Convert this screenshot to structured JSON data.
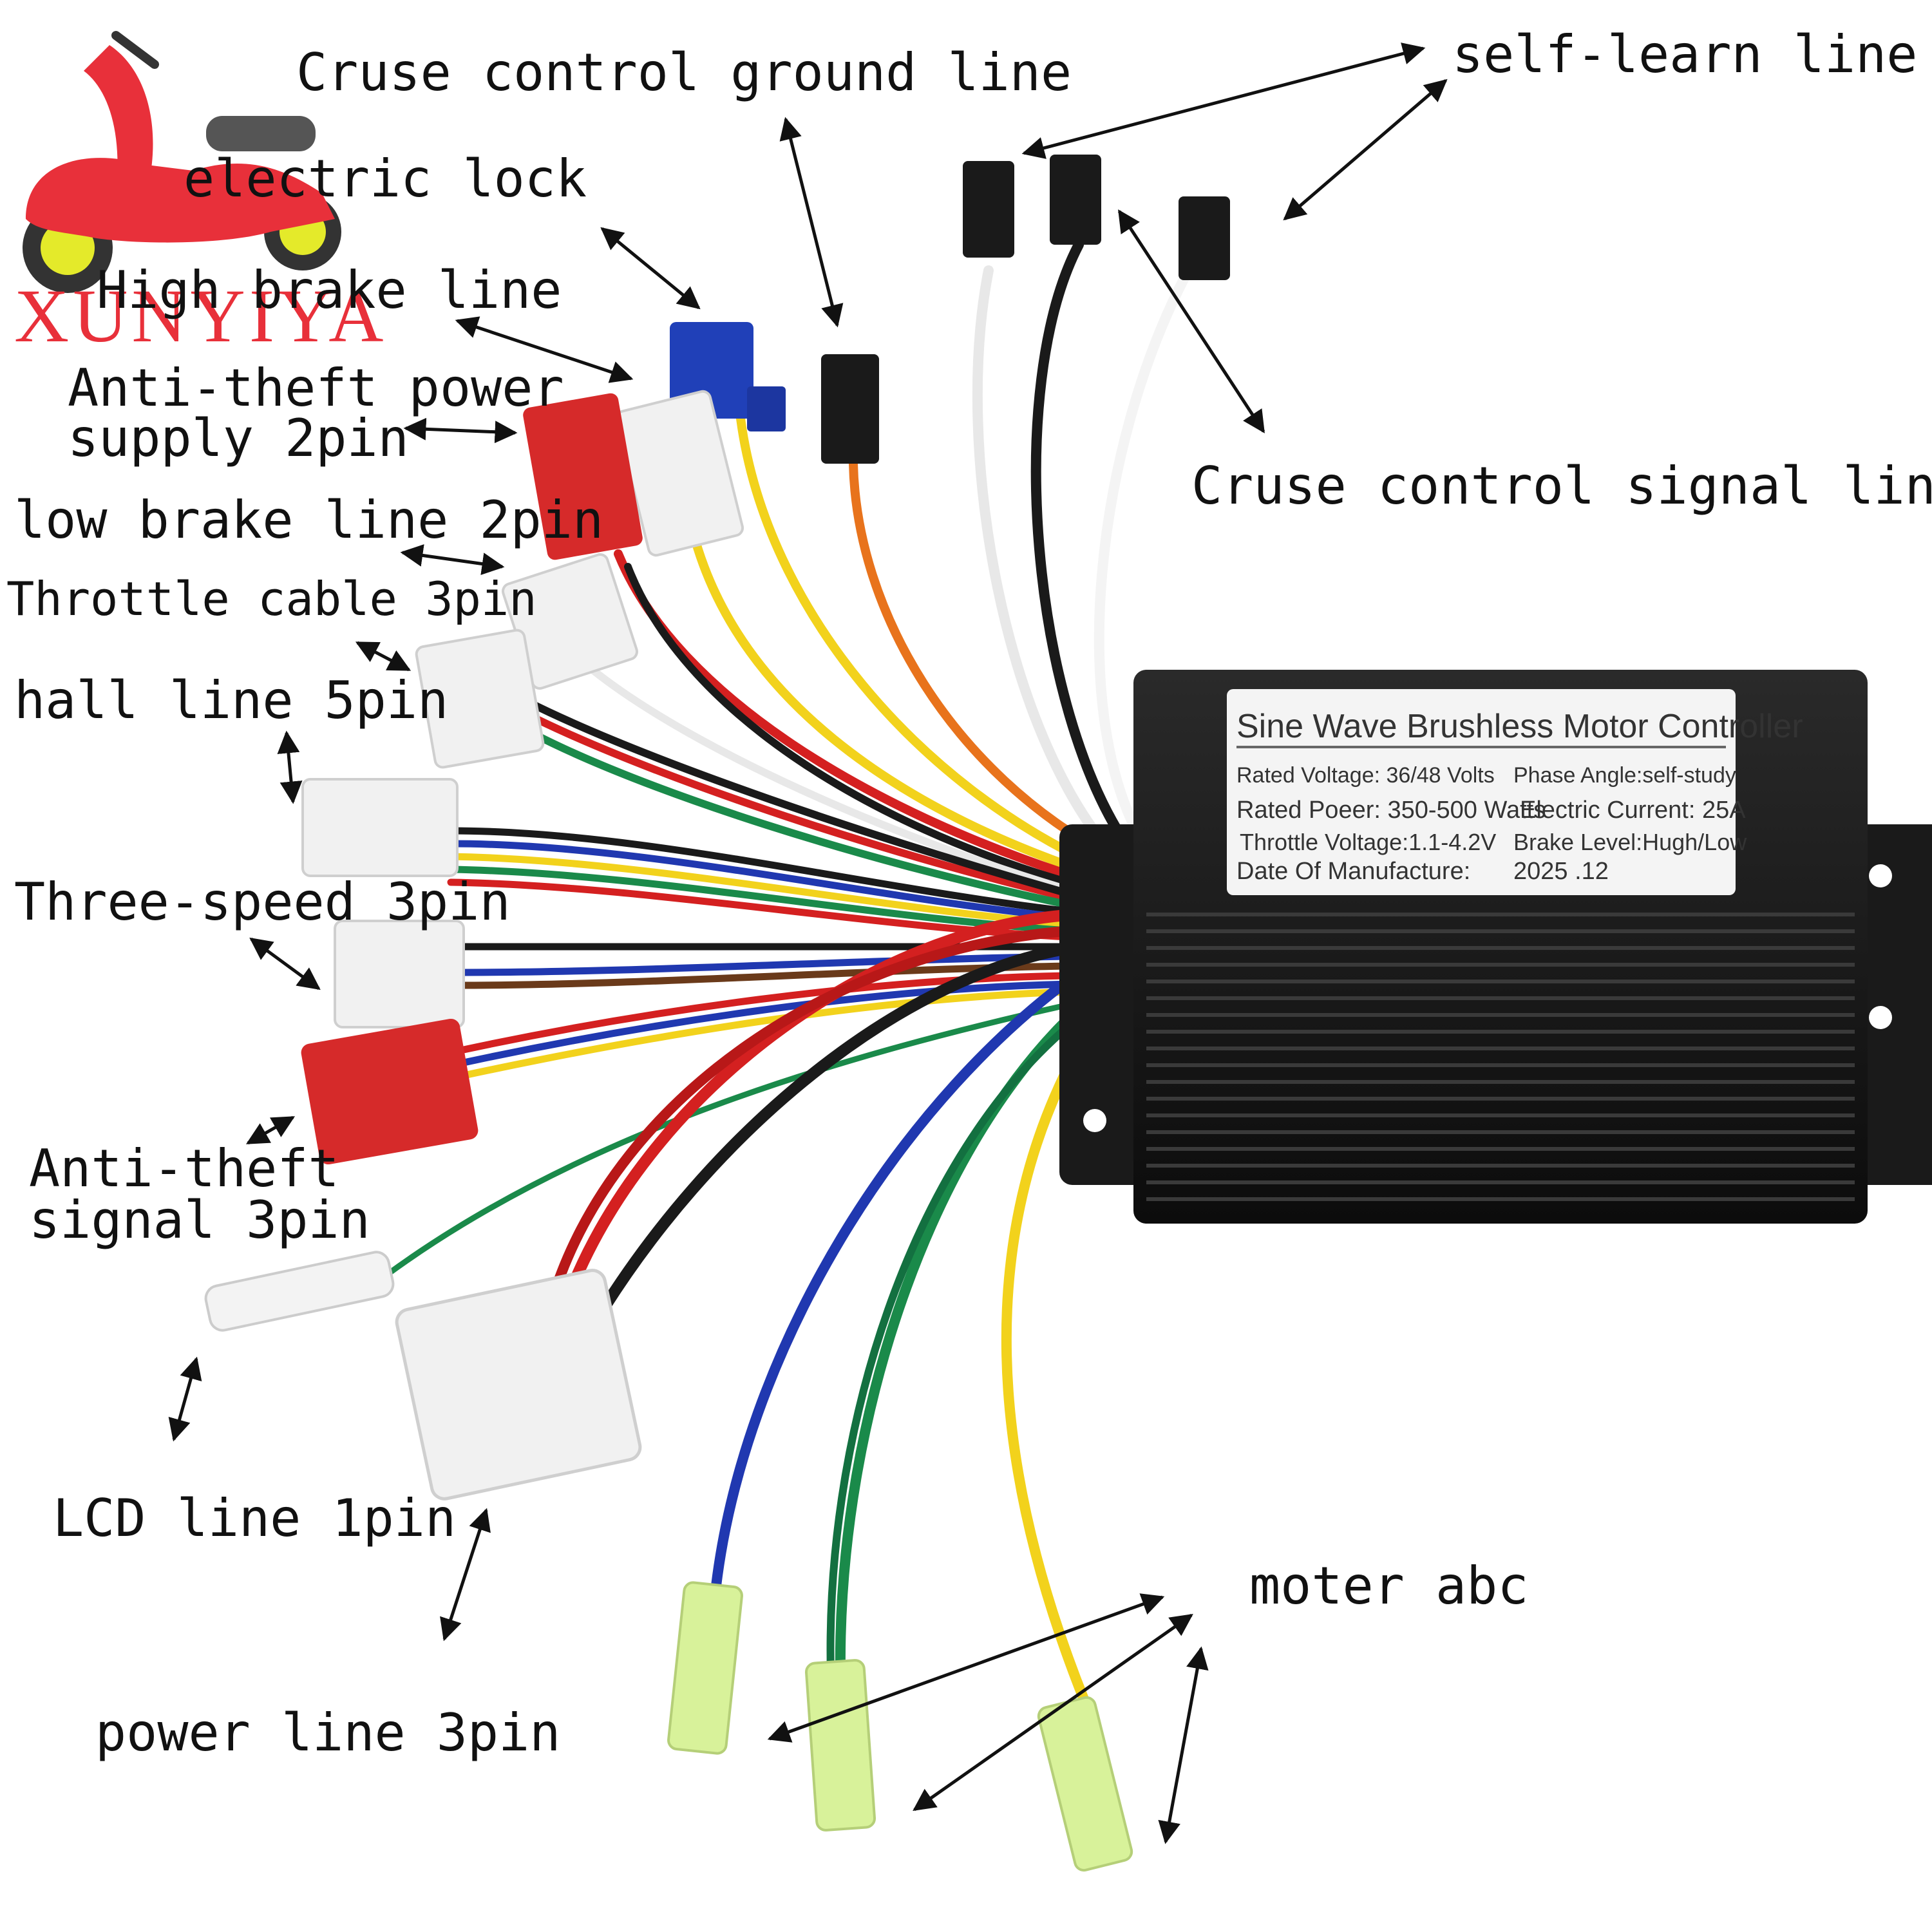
{
  "brand": {
    "name": "XUNYIYA",
    "color": "#e8303a",
    "scooter_icon": "scooter-icon"
  },
  "labels": {
    "cruise_ground": "Cruse control ground line",
    "self_learn": "self-learn line",
    "electric_lock": "electric lock",
    "high_brake": "High brake line",
    "anti_theft_power_1": "Anti-theft power",
    "anti_theft_power_2": "supply 2pin",
    "low_brake": "low brake line 2pin",
    "throttle": "Throttle cable 3pin",
    "hall": "hall line 5pin",
    "three_speed": "Three-speed 3pin",
    "anti_theft_signal_1": "Anti-theft",
    "anti_theft_signal_2": "signal 3pin",
    "lcd": "LCD line 1pin",
    "power": "power line 3pin",
    "cruise_signal": "Cruse control signal line",
    "motor": "moter abc"
  },
  "controller": {
    "title": "Sine Wave Brushless Motor Controller",
    "rated_voltage": "Rated Voltage: 36/48 Volts",
    "phase_angle": "Phase Angle:self-study",
    "rated_power": "Rated Poeer: 350-500 Watts",
    "electric_current": "Electric Current: 25A",
    "throttle_voltage": "Throttle Voltage:1.1-4.2V",
    "brake_level": "Brake Level:Hugh/Low",
    "date_label": "Date Of Manufacture:",
    "date_value": "2025 .12"
  },
  "colors": {
    "housing": "#141414",
    "wire_red": "#d42020",
    "wire_yellow": "#f2d21c",
    "wire_blue": "#2038b0",
    "wire_green": "#1a8a4a",
    "connector_white": "#f1f1f1",
    "connector_red": "#d62a2a",
    "connector_blue": "#2040b8",
    "arrow": "#111111"
  }
}
